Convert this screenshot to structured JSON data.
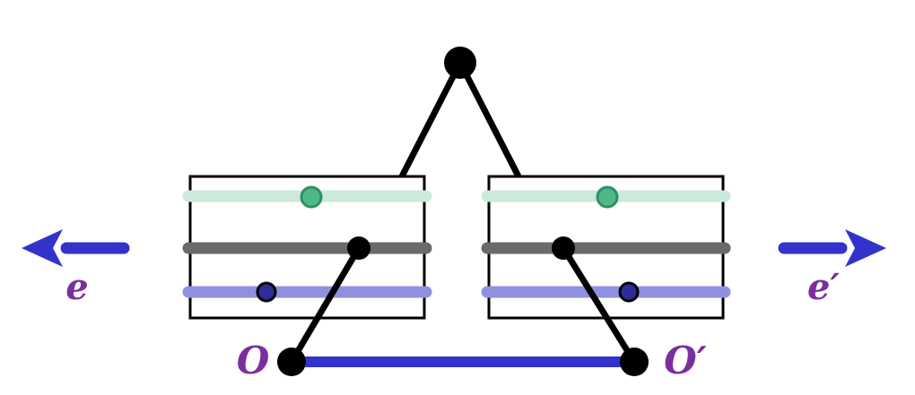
{
  "figure": {
    "labels": {
      "arrow_left": "e",
      "arrow_right": "e′",
      "origin_left": "O",
      "origin_right": "O′"
    },
    "colors": {
      "black": "#000000",
      "blue": "#3333cc",
      "purple": "#7b2f9e",
      "mint_bar": "#cceadb",
      "green_dot_fill": "#4fb888",
      "green_dot_stroke": "#2e8f66",
      "gray_bar": "#6a6a6a",
      "lavender_bar": "#9090e0",
      "navy_dot_fill": "#2d2d99"
    }
  }
}
